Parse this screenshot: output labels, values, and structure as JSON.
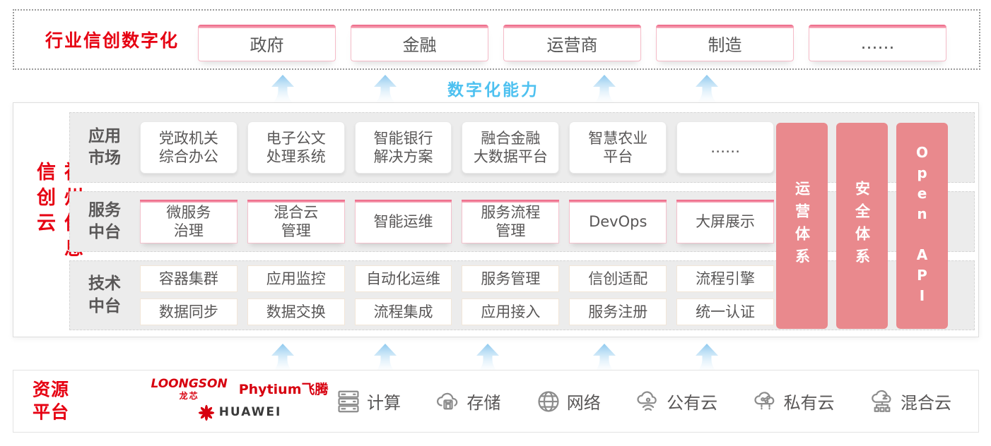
{
  "banner": {
    "title": "行业信创数字化",
    "tabs": [
      "政府",
      "金融",
      "运营商",
      "制造",
      "……"
    ]
  },
  "capability": {
    "label": "数字化能力"
  },
  "platform": {
    "title": "神州信息信创云",
    "rows": [
      {
        "label_l1": "应用",
        "label_l2": "市场",
        "cards": [
          {
            "l1": "党政机关",
            "l2": "综合办公"
          },
          {
            "l1": "电子公文",
            "l2": "处理系统"
          },
          {
            "l1": "智能银行",
            "l2": "解决方案"
          },
          {
            "l1": "融合金融",
            "l2": "大数据平台"
          },
          {
            "l1": "智慧农业",
            "l2": "平台"
          },
          {
            "l1": "……"
          }
        ]
      },
      {
        "label_l1": "服务",
        "label_l2": "中台",
        "cards": [
          {
            "l1": "微服务",
            "l2": "治理"
          },
          {
            "l1": "混合云",
            "l2": "管理"
          },
          {
            "l1": "智能运维"
          },
          {
            "l1": "服务流程",
            "l2": "管理"
          },
          {
            "l1": "DevOps"
          },
          {
            "l1": "大屏展示"
          }
        ]
      },
      {
        "label_l1": "技术",
        "label_l2": "中台",
        "top": [
          "容器集群",
          "应用监控",
          "自动化运维",
          "服务管理",
          "信创适配",
          "流程引擎"
        ],
        "bottom": [
          "数据同步",
          "数据交换",
          "流程集成",
          "应用接入",
          "服务注册",
          "统一认证"
        ]
      }
    ],
    "pillars": [
      "运营体系",
      "安全体系",
      "Open API"
    ]
  },
  "resources": {
    "title_l1": "资源",
    "title_l2": "平台",
    "logos": {
      "loongson": "LOONGSON",
      "loongson_cn": "龙芯",
      "phytium": "Phytium飞腾",
      "huawei": "HUAWEI"
    },
    "items": [
      {
        "icon": "compute-icon",
        "label": "计算"
      },
      {
        "icon": "storage-icon",
        "label": "存储"
      },
      {
        "icon": "network-icon",
        "label": "网络"
      },
      {
        "icon": "public-cloud-icon",
        "label": "公有云"
      },
      {
        "icon": "private-cloud-icon",
        "label": "私有云"
      },
      {
        "icon": "hybrid-cloud-icon",
        "label": "混合云"
      }
    ]
  },
  "colors": {
    "brand_red": "#e60012",
    "capability_blue": "#4ec1f0",
    "pillar_pink": "#e9898d",
    "text_gray": "#595757"
  }
}
